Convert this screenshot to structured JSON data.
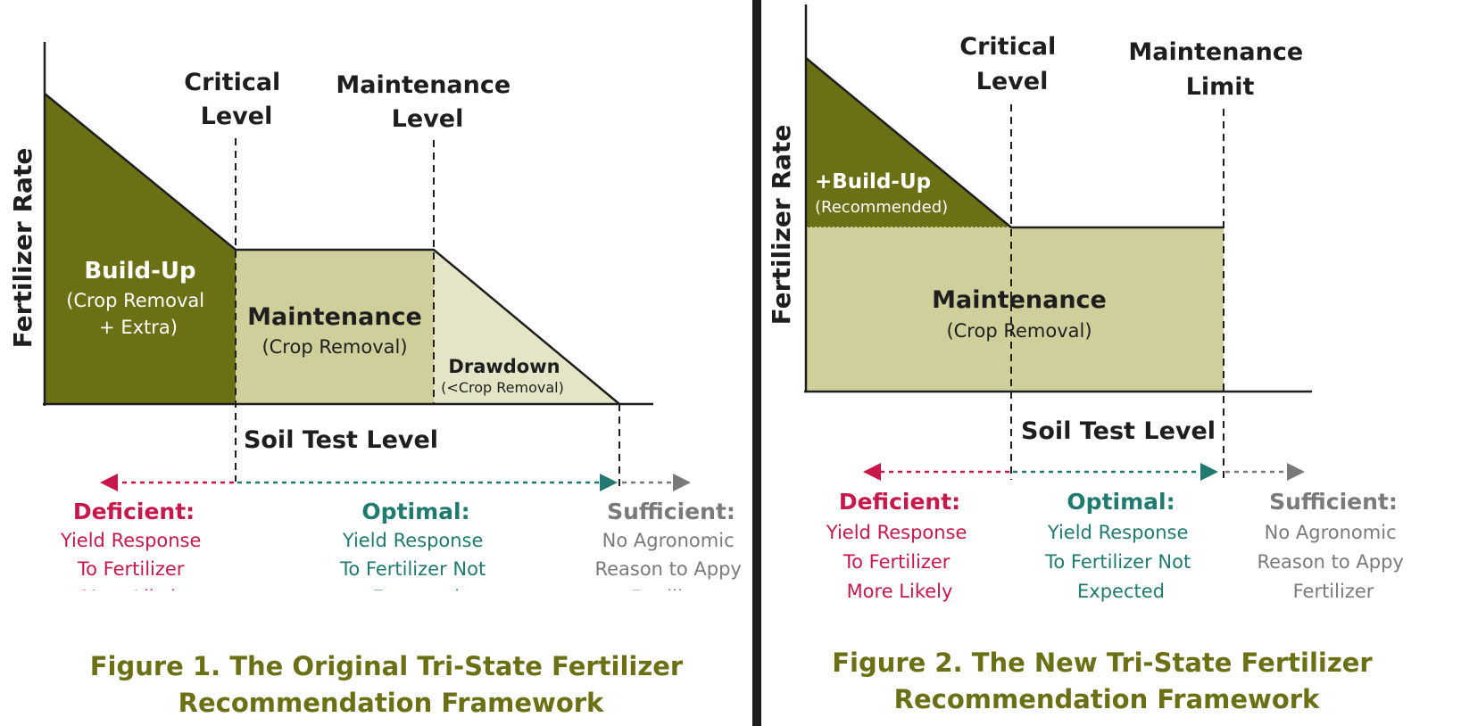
{
  "figure1": {
    "y_axis_label": "Fertilizer Rate",
    "x_axis_label": "Soil Test Level",
    "critical_level": [
      "Critical",
      "Level"
    ],
    "maintenance_level": [
      "Maintenance",
      "Level"
    ],
    "buildup_title": "Build-Up",
    "buildup_sub": [
      "(Crop Removal",
      "+ Extra)"
    ],
    "maintenance_title": "Maintenance",
    "maintenance_sub": "(Crop Removal)",
    "drawdown_title": "Drawdown",
    "drawdown_sub": "(<Crop Removal)",
    "deficient_title": "Deficient:",
    "deficient_text": [
      "Yield Response",
      "To Fertilizer",
      "More Likely"
    ],
    "optimal_title": "Optimal:",
    "optimal_text": [
      "Yield Response",
      "To Fertilizer Not",
      "Expected"
    ],
    "sufficient_title": "Sufficient:",
    "sufficient_text": [
      "No Agronomic",
      "Reason to Appy",
      "Fertilizer"
    ],
    "caption": [
      "Figure 1. The Original Tri-State Fertilizer",
      "Recommendation Framework"
    ]
  },
  "figure2": {
    "y_axis_label": "Fertilizer Rate",
    "x_axis_label": "Soil Test Level",
    "critical_level": [
      "Critical",
      "Level"
    ],
    "maintenance_limit": [
      "Maintenance",
      "Limit"
    ],
    "buildup_title": "+Build-Up",
    "buildup_sub": "(Recommended)",
    "maintenance_title": "Maintenance",
    "maintenance_sub": "(Crop Removal)",
    "deficient_title": "Deficient:",
    "deficient_text": [
      "Yield Response",
      "To Fertilizer",
      "More Likely"
    ],
    "optimal_title": "Optimal:",
    "optimal_text": [
      "Yield Response",
      "To Fertilizer Not",
      "Expected"
    ],
    "sufficient_title": "Sufficient:",
    "sufficient_text": [
      "No Agronomic",
      "Reason to Appy",
      "Fertilizer"
    ],
    "caption": [
      "Figure 2. The New Tri-State Fertilizer",
      "Recommendation Framework"
    ]
  },
  "colors": {
    "buildup": "#6b7015",
    "maintenance": "#cfcf9c",
    "drawdown": "#e3e5c6",
    "deficient": "#c8174b",
    "optimal": "#1f7a6f",
    "sufficient": "#7a7a7a",
    "caption": "#6b7015",
    "divider": "#1e1e1e"
  }
}
